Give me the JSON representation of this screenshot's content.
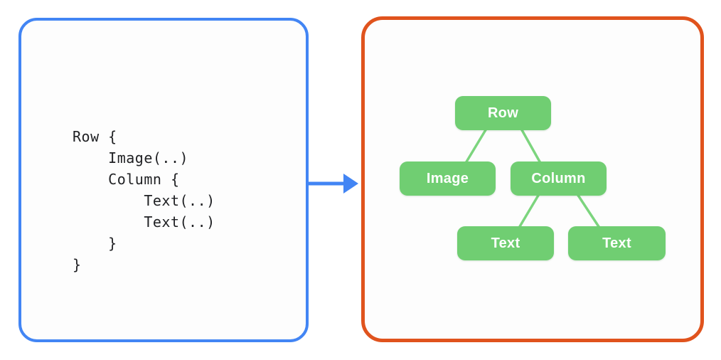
{
  "colors": {
    "page-bg": "#ffffff",
    "panel-bg": "#fdfdfd",
    "blue": "#4285F4",
    "orange": "#E0531D",
    "green": "#70CE72",
    "connector": "#7CD57E",
    "code-text": "#202124",
    "node-text": "#ffffff"
  },
  "code_panel": {
    "code_text": "Row {\n    Image(..)\n    Column {\n        Text(..)\n        Text(..)\n    }\n}",
    "code_lines": [
      "Row {",
      "    Image(..)",
      "    Column {",
      "        Text(..)",
      "        Text(..)",
      "    }",
      "}"
    ]
  },
  "arrow": {
    "direction": "right"
  },
  "tree": {
    "nodes": [
      {
        "id": "row",
        "label": "Row",
        "parent": null
      },
      {
        "id": "image",
        "label": "Image",
        "parent": "row"
      },
      {
        "id": "column",
        "label": "Column",
        "parent": "row"
      },
      {
        "id": "text-1",
        "label": "Text",
        "parent": "column"
      },
      {
        "id": "text-2",
        "label": "Text",
        "parent": "column"
      }
    ],
    "edges": [
      [
        "row",
        "image"
      ],
      [
        "row",
        "column"
      ],
      [
        "column",
        "text-1"
      ],
      [
        "column",
        "text-2"
      ]
    ]
  }
}
